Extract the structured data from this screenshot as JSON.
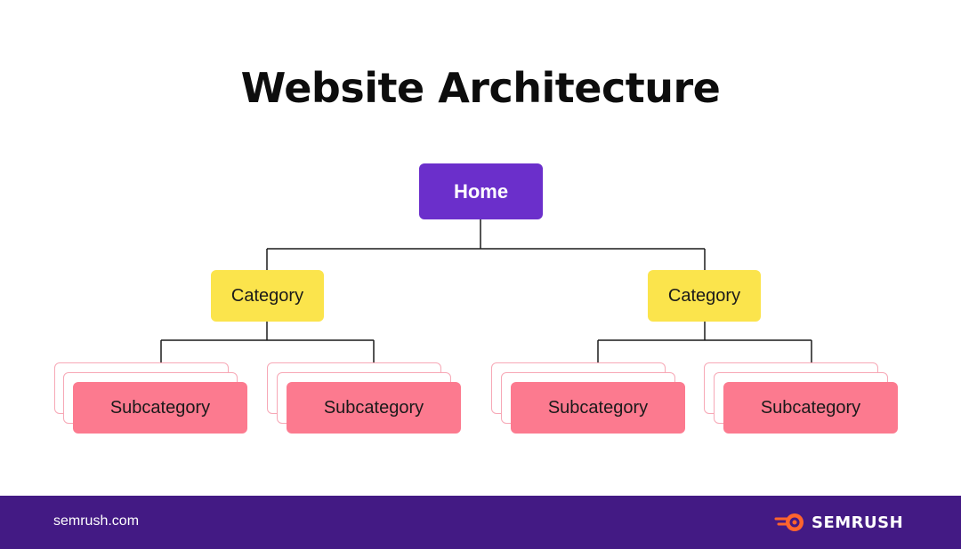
{
  "title": "Website Architecture",
  "tree": {
    "root": "Home",
    "categories": [
      {
        "label": "Category",
        "children": [
          "Subcategory",
          "Subcategory"
        ]
      },
      {
        "label": "Category",
        "children": [
          "Subcategory",
          "Subcategory"
        ]
      }
    ]
  },
  "footer": {
    "url": "semrush.com",
    "brand": "SEMRUSH"
  },
  "colors": {
    "home": "#6b2fcb",
    "category": "#fbe44c",
    "subcategory": "#fc7a8f",
    "footer": "#431a84",
    "logo_accent": "#ff642d"
  },
  "icons": [
    "semrush-logo-icon"
  ]
}
